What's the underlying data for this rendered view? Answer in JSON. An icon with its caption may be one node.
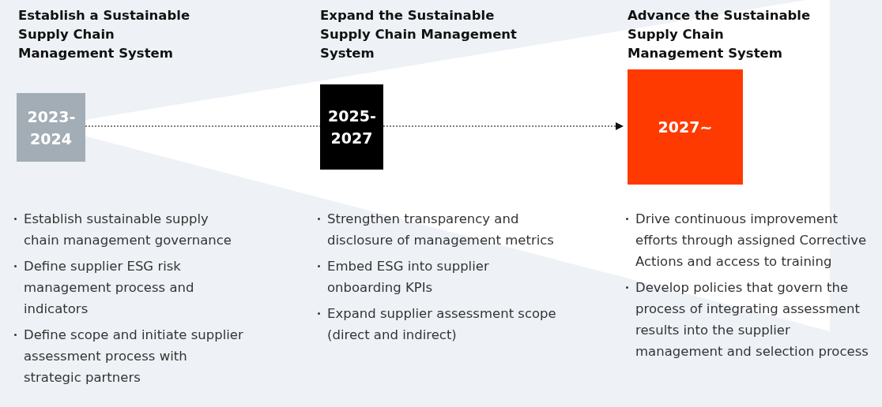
{
  "diagram": {
    "nodes": [
      {
        "text": [
          "2023-2024"
        ],
        "beside": [
          "Establish a Sustainable Supply Chain Management System",
          "Establish sustainable supply chain management governance",
          "Define supplier ESG risk management process and indicators",
          "Define scope and initiate supplier assessment process with strategic partners"
        ]
      },
      {
        "text": [
          "2025-2027"
        ],
        "beside": [
          "Expand the Sustainable Supply Chain Management System",
          "Strengthen transparency and disclosure of management metrics",
          "Embed ESG into supplier onboarding KPIs",
          "Expand supplier assessment scope (direct and indirect)"
        ]
      },
      {
        "text": [
          "2027~"
        ],
        "beside": [
          "Advance the Sustainable Supply Chain Management System",
          "Drive continuous improvement efforts through assigned Corrective Actions and access to training",
          "Develop policies that govern the process of integrating assessment results into the supplier management and selection process"
        ]
      }
    ],
    "edges": [
      {
        "from": 0,
        "to": 1,
        "arrow": "none",
        "style": "dashed"
      },
      {
        "from": 1,
        "to": 2,
        "arrow": "to",
        "style": "dashed"
      }
    ]
  }
}
